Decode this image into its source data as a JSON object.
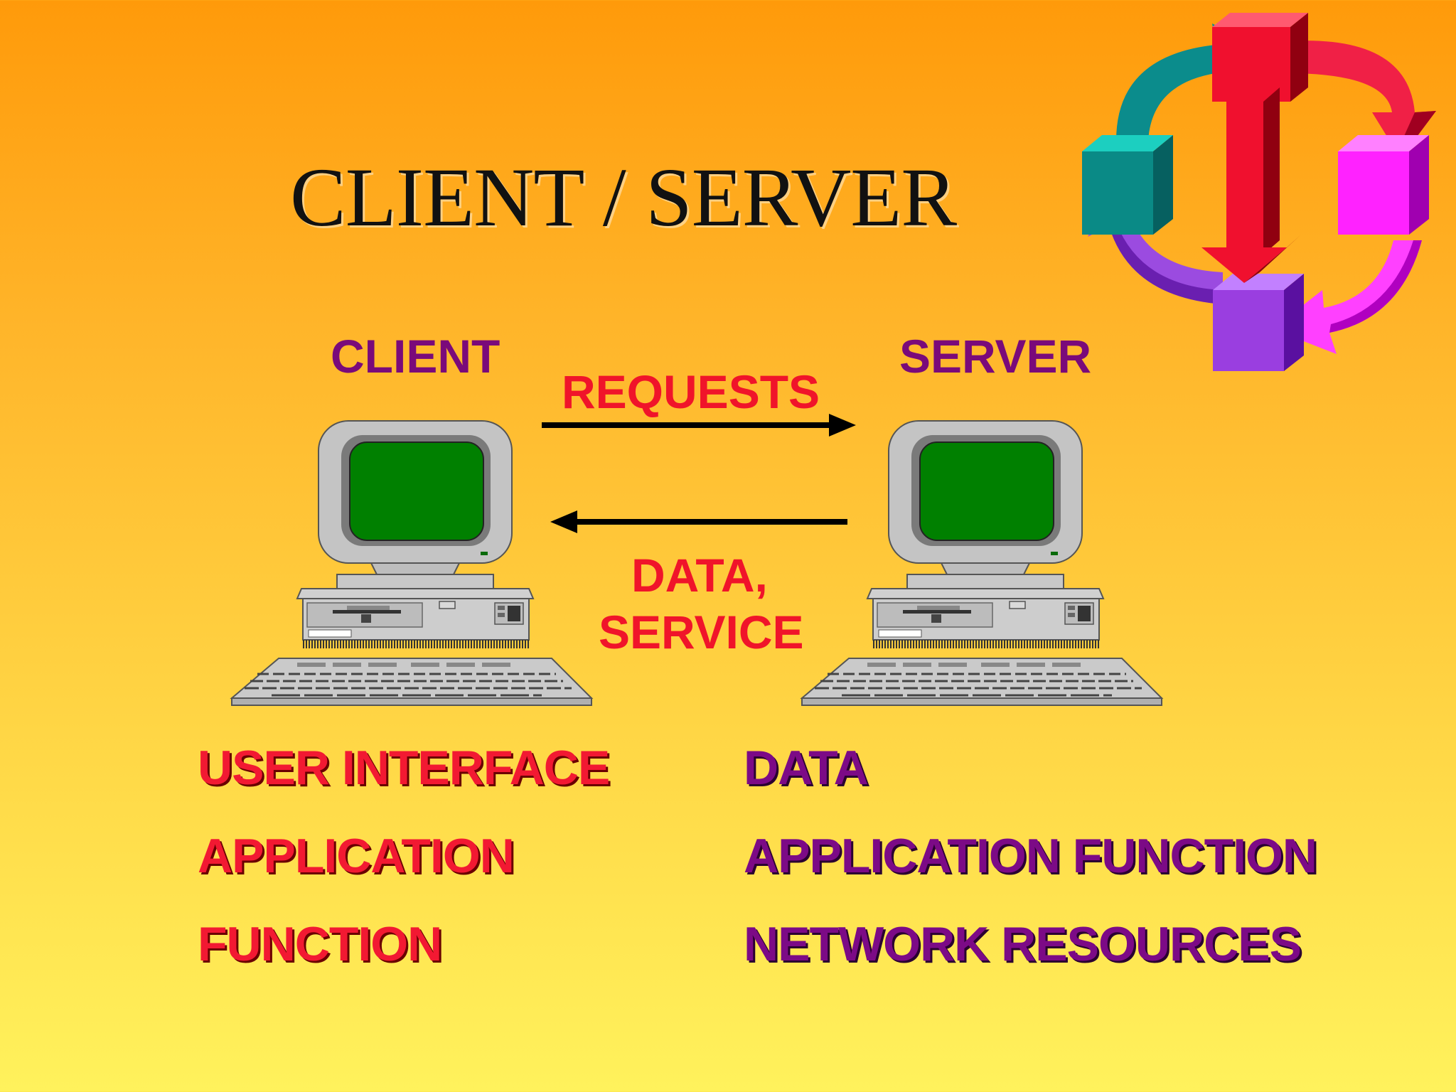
{
  "slide": {
    "title": "CLIENT / SERVER"
  },
  "diagram": {
    "client_label": "CLIENT",
    "server_label": "SERVER",
    "requests_label": "REQUESTS",
    "response_label_line1": "DATA,",
    "response_label_line2": "SERVICE"
  },
  "client_list": [
    "USER INTERFACE",
    "APPLICATION",
    "FUNCTION"
  ],
  "server_list": [
    "DATA",
    "APPLICATION FUNCTION",
    "NETWORK RESOURCES"
  ],
  "colors": {
    "background_top": "#ff9a0a",
    "background_bottom": "#fff25c",
    "client_text": "#f21932",
    "server_text": "#7c0a86",
    "screen_green": "#008000"
  }
}
